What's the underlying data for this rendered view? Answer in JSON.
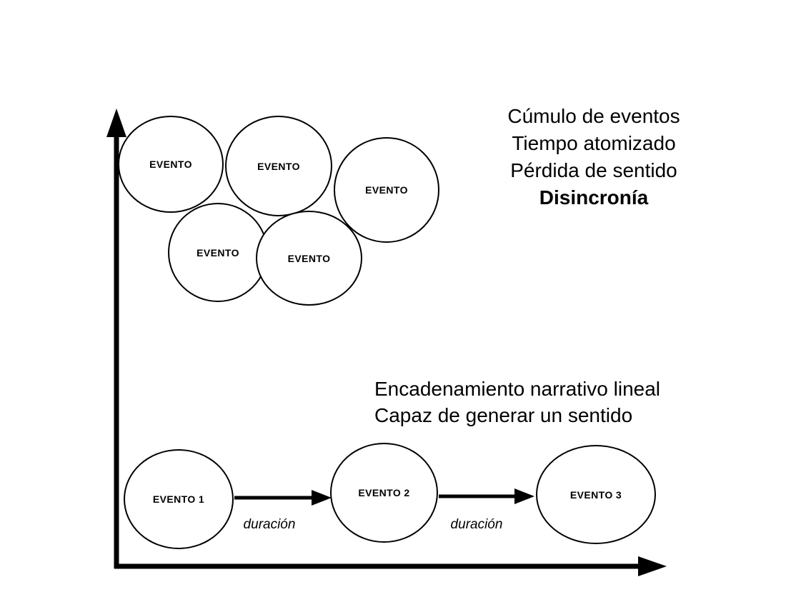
{
  "cluster": {
    "circles": [
      {
        "label": "EVENTO"
      },
      {
        "label": "EVENTO"
      },
      {
        "label": "EVENTO"
      },
      {
        "label": "EVENTO"
      },
      {
        "label": "EVENTO"
      }
    ],
    "caption_lines": [
      "Cúmulo de eventos",
      "Tiempo atomizado",
      "Pérdida de sentido"
    ],
    "caption_bold": "Disincronía"
  },
  "sequence": {
    "caption_lines": [
      "Encadenamiento narrativo lineal",
      "Capaz de generar un sentido"
    ],
    "events": [
      {
        "label": "EVENTO 1"
      },
      {
        "label": "EVENTO 2"
      },
      {
        "label": "EVENTO 3"
      }
    ],
    "durations": [
      "duración",
      "duración"
    ]
  },
  "colors": {
    "ink": "#000000",
    "background": "#ffffff"
  }
}
